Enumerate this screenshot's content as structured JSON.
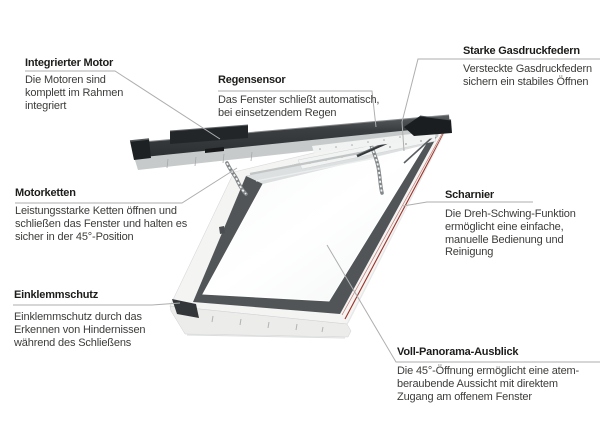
{
  "labels": {
    "integrierter_motor": {
      "title": "Integrierter Motor",
      "body": "Die Motoren sind\nkomplett im Rahmen\nintegriert"
    },
    "regensensor": {
      "title": "Regensensor",
      "body": "Das Fenster schließt automatisch,\nbei einsetzendem Regen"
    },
    "starke_gasdruckfedern": {
      "title": "Starke Gasdruckfedern",
      "body": "Versteckte Gasdruckfedern\nsichern ein stabiles Öffnen"
    },
    "motorketten": {
      "title": "Motorketten",
      "body": "Leistungsstarke Ketten öffnen und\nschließen das Fenster und halten es\nsicher in der 45°-Position"
    },
    "scharnier": {
      "title": "Scharnier",
      "body": "Die Dreh-Schwing-Funktion\nermöglicht eine einfache,\nmanuelle Bedienung und\nReinigung"
    },
    "einklemmschutz": {
      "title": "Einklemmschutz",
      "body": "Einklemmschutz durch das\nErkennen von Hindernissen\nwährend des Schließens"
    },
    "voll_panorama_ausblick": {
      "title": "Voll-Panorama-Ausblick",
      "body": "Die 45°-Öffnung ermöglicht eine atem-\nberaubende Aussicht mit direktem\nZugang am offenem Fenster"
    }
  },
  "colors": {
    "background": "#ffffff",
    "heading_text": "#1c1c1a",
    "body_text": "#3c3c3a",
    "callout_line": "#aeaeae",
    "sash_dark": "#2c2f31",
    "frame_lining": "#515558",
    "frame_white": "#f4f4f3",
    "accent_red": "#9b2f26"
  }
}
